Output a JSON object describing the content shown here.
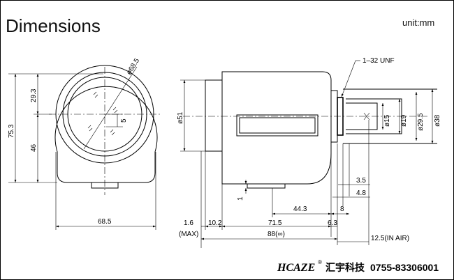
{
  "header": {
    "title": "Dimensions",
    "unit": "unit:mm"
  },
  "front_view": {
    "dims": {
      "diameter": "ø68.5",
      "height_total": "75.3",
      "height_upper": "29.3",
      "height_lower": "46",
      "inner_offset": "5",
      "width": "68.5"
    }
  },
  "side_view": {
    "thread": "1–32 UNF",
    "dims": {
      "body_diameter": "ø51",
      "d15": "ø15",
      "d19": "ø19",
      "d29_5": "ø29.5",
      "d38": "ø38",
      "d3_5": "3.5",
      "d4_8": "4.8",
      "d1": "1",
      "d44_3": "44.3",
      "d8": "8",
      "d1_6": "1.6",
      "d1_6_note": "(MAX)",
      "d10_2": "10.2",
      "d71_5": "71.5",
      "d6_3": "6.3",
      "d88": "88(∞)",
      "d12_5": "12.5(IN AIR)"
    }
  },
  "footer": {
    "brand_logo": "HCAZE",
    "brand_mark": "®",
    "company": "汇宇科技",
    "phone": "0755-83306001"
  }
}
